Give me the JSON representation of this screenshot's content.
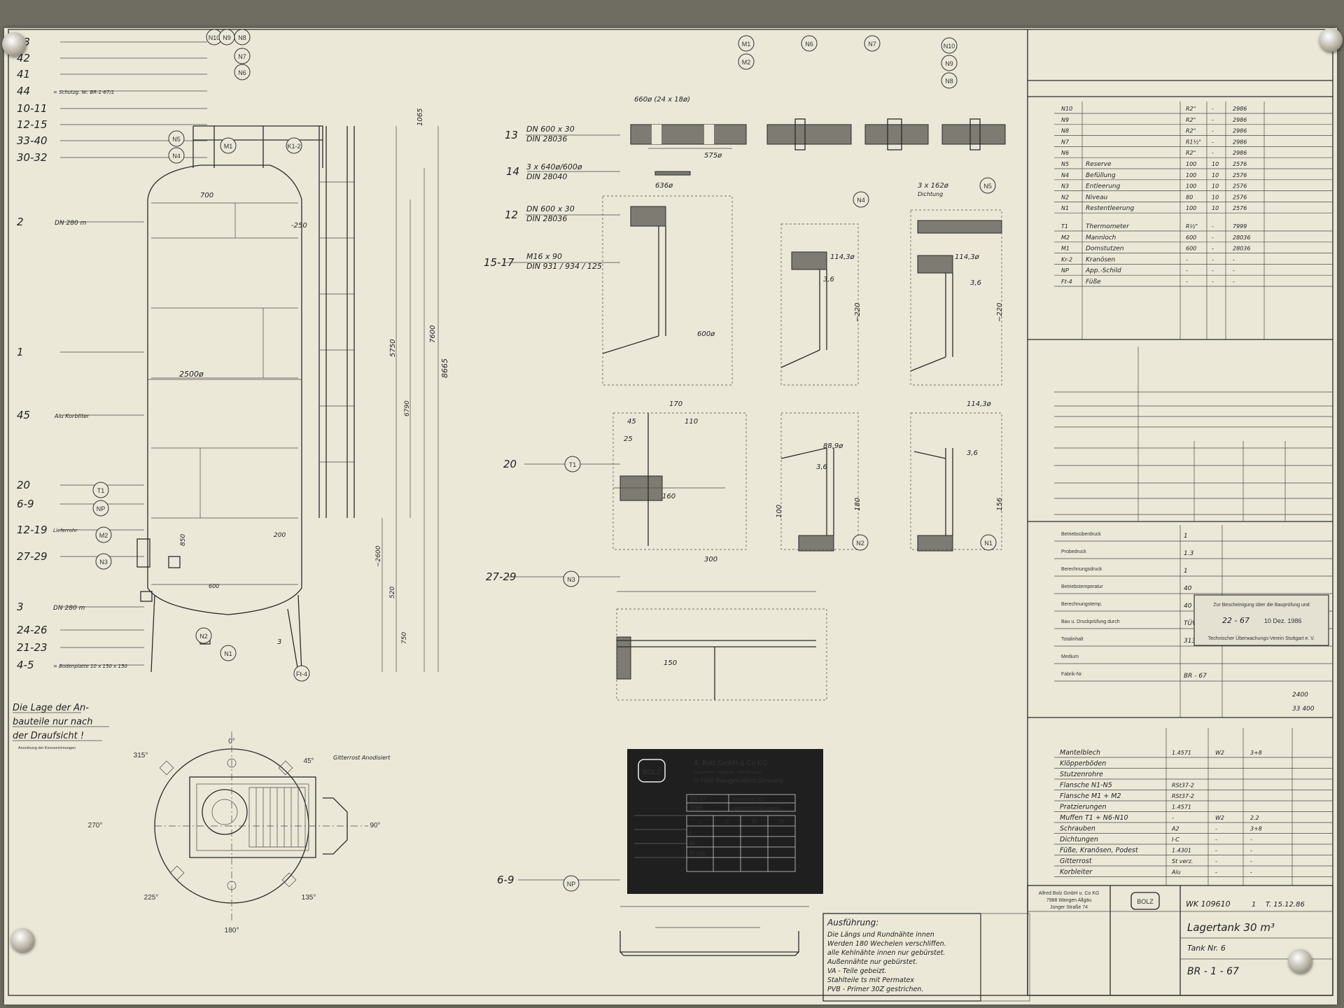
{
  "left_callouts": [
    "43",
    "42",
    "41",
    "44",
    "10-11",
    "12-15",
    "33-40",
    "30-32",
    "2",
    "1",
    "45",
    "20",
    "6-9",
    "12-19",
    "27-29",
    "3",
    "24-26",
    "21-23",
    "4-5"
  ],
  "left_notes": {
    "n44": "= Schutzg. Nr. BR-1-67/1",
    "n2": "DN 280 m",
    "n45": "Alu Korbliter",
    "n12": "Lieferrohr",
    "n3": "DN 280 m",
    "n4": "= Bodenplatte 10 x 150 x 150"
  },
  "tank_dims": {
    "d700": "700",
    "d2500": "2500ø",
    "d250": "-250",
    "d200": "200",
    "d600": "600",
    "d1065": "1065",
    "d7600": "7600",
    "d8665": "8665",
    "d5750": "5750",
    "d6790": "6790",
    "d2600": "~2600",
    "d850": "850",
    "d520": "520",
    "d750": "750",
    "d3": "3"
  },
  "tank_tags": [
    "M1",
    "K1-2",
    "N5",
    "N4",
    "N10",
    "N9",
    "N8",
    "N7",
    "N6",
    "T1",
    "NP",
    "M2",
    "N3",
    "N2",
    "N1",
    "Ft-4"
  ],
  "plan_note": "Die Lage der Anbauteile nur nach der Draufsicht !",
  "plan_angles": [
    "0°",
    "45°",
    "90°",
    "135°",
    "180°",
    "225°",
    "270°",
    "315°"
  ],
  "plan_extra": "Gitterrost Anodisiert",
  "detail_refs": [
    "13",
    "14",
    "12",
    "15-17",
    "20",
    "27-29",
    "6-9"
  ],
  "detail_specs": {
    "s13a": "DN 600 x 30",
    "s13b": "DIN 28036",
    "s14a": "3 x 640ø/600ø",
    "s14b": "DIN 28040",
    "s12a": "DN 600 x 30",
    "s12b": "DIN 28036",
    "s15a": "M16 x 90",
    "s15b": "DIN 931 / 934 / 125",
    "gasket": "3 x 162ø",
    "gasket2": "Dichtung"
  },
  "detail_dims": {
    "a660": "660ø (24 x 18ø)",
    "a575": "575ø",
    "a636": "636ø",
    "a600": "600ø",
    "a220": "~220",
    "a114": "114,3ø",
    "a170": "170",
    "a110": "110",
    "a45": "45",
    "a25": "25",
    "a160": "160",
    "a300": "300",
    "a150": "150",
    "a889": "88,9ø",
    "a180": "180",
    "a156": "156",
    "a100": "100",
    "a36": "3,6"
  },
  "detail_tags": [
    "M1",
    "M2",
    "N6",
    "N7",
    "N10",
    "N9",
    "N8",
    "N4",
    "N5",
    "T1",
    "N2",
    "N1",
    "N3",
    "NP"
  ],
  "nameplate": {
    "company": "A. Bolz GmbH & Co KG",
    "line2": "Maschinen - Apparate - Behälterbau",
    "line3": "D-7960 Wangen-West Germany",
    "logo": "BOLZ",
    "r1": "BR 67",
    "r1b": "Armaturen M1",
    "r2": "1986",
    "r2b": "Halbsicher Flüssigkeit",
    "cols": [
      "I",
      "II",
      "III",
      "IV"
    ],
    "vals": [
      "1",
      "40",
      "30 000"
    ]
  },
  "note_title": "Ausführung:",
  "note_lines": [
    "Die Längs und Rundnähte innen",
    "Werden 180 Wechelen verschliffen.",
    "alle Kehlnähte innen nur gebürstet.",
    "Außennähte nur gebürstet.",
    "VA - Teile gebeizt.",
    "Stahlteile ts mit Permatex",
    "PVB - Primer 30Z gestrichen."
  ],
  "nozzles": [
    [
      "N10",
      "",
      "R2\"",
      "-",
      "2986"
    ],
    [
      "N9",
      "",
      "R2\"",
      "-",
      "2986"
    ],
    [
      "N8",
      "",
      "R2\"",
      "-",
      "2986"
    ],
    [
      "N7",
      "",
      "R1½\"",
      "-",
      "2986"
    ],
    [
      "N6",
      "",
      "R2\"",
      "-",
      "2986"
    ],
    [
      "N5",
      "Reserve",
      "100",
      "10",
      "2576"
    ],
    [
      "N4",
      "Befüllung",
      "100",
      "10",
      "2576"
    ],
    [
      "N3",
      "Entleerung",
      "100",
      "10",
      "2576"
    ],
    [
      "N2",
      "Niveau",
      "80",
      "10",
      "2576"
    ],
    [
      "N1",
      "Restentleerung",
      "100",
      "10",
      "2576"
    ]
  ],
  "misc": [
    [
      "T1",
      "Thermometer",
      "R½\"",
      "-",
      "7999"
    ],
    [
      "M2",
      "Mannloch",
      "600",
      "-",
      "28036"
    ],
    [
      "M1",
      "Domstutzen",
      "600",
      "-",
      "28036"
    ],
    [
      "Kr-2",
      "Kranösen",
      "-",
      "-",
      "-"
    ],
    [
      "NP",
      "App.-Schild",
      "-",
      "-",
      "-"
    ],
    [
      "Ft-4",
      "Füße",
      "-",
      "-",
      "-"
    ]
  ],
  "design": [
    [
      "Betriebsüberdruck",
      "1"
    ],
    [
      "Probedruck",
      "1.3"
    ],
    [
      "Berechnungsdruck",
      "1"
    ],
    [
      "Betriebstemperatur",
      "40"
    ],
    [
      "Berechnungstemp.",
      "40"
    ],
    [
      "Bau u. Druckprüfung durch",
      "TÜV"
    ],
    [
      "Totalinhalt",
      "31300"
    ],
    [
      "Medium",
      ""
    ],
    [
      "Fabrik-Nr.",
      "BR - 67"
    ]
  ],
  "weights": {
    "empty": "2400",
    "full": "33 400"
  },
  "stamp": {
    "l1": "Zur Bescheinigung über die Bauprüfung und",
    "l2": "22 - 67",
    "l3": "10 Dez. 1986",
    "l4": "Technischer Überwachungs-Verein Stuttgart e. V."
  },
  "materials": [
    [
      "Mantelblech",
      "1.4571",
      "W2",
      "3+8"
    ],
    [
      "Klöpperböden",
      "",
      "",
      ""
    ],
    [
      "Stutzenrohre",
      "",
      "",
      ""
    ],
    [
      "Flansche N1-N5",
      "RSt37-2",
      "",
      ""
    ],
    [
      "Flansche M1 + M2",
      "RSt37-2",
      "",
      ""
    ],
    [
      "Pratzierungen",
      "1.4571",
      "",
      ""
    ],
    [
      "Muffen T1 + N6-N10",
      "-",
      "W2",
      "2.2"
    ],
    [
      "Schrauben",
      "A2",
      "-",
      "3+8"
    ],
    [
      "Dichtungen",
      "I-C",
      "-",
      "-"
    ],
    [
      "Füße, Kranösen, Podest",
      "1.4301",
      "-",
      "-"
    ],
    [
      "Gitterrost",
      "St verz.",
      "-",
      "-"
    ],
    [
      "Korbleiter",
      "Alu",
      "-",
      "-"
    ]
  ],
  "title_block": {
    "firm1": "Alfred Bolz GmbH u. Co KG",
    "firm2": "7988 Wangen Allgäu",
    "firm3": "Jonger Straße 74",
    "logo": "BOLZ",
    "drawing_no": "WK 109610",
    "sheet": "1",
    "date": "T. 15.12.86",
    "title": "Lagertank 30 m³",
    "tank": "Tank Nr. 6",
    "number": "BR - 1 - 67"
  }
}
